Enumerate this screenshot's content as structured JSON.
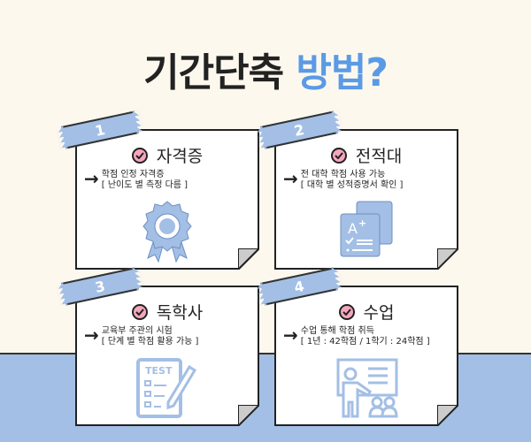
{
  "title": {
    "part1": "기간단축",
    "part2": "방법?"
  },
  "colors": {
    "background": "#fdf8ee",
    "band": "#a3bfe5",
    "accent_blue": "#5a9ae6",
    "check_pink": "#f4a6bd",
    "icon_blue": "#a3bfe5"
  },
  "cards": [
    {
      "number": "1",
      "heading": "자격증",
      "line1": "학점 인정 자격증",
      "line2": "[ 난이도 별 측정 다름 ]",
      "icon": "award-ribbon-icon"
    },
    {
      "number": "2",
      "heading": "전적대",
      "line1": "전 대학 학점 사용 가능",
      "line2": "[ 대학 별 성적증명서 확인 ]",
      "icon": "grade-report-icon"
    },
    {
      "number": "3",
      "heading": "독학사",
      "line1": "교육부 주관의 시험",
      "line2": "[ 단계 별 학점 활용 가능 ]",
      "icon": "test-sheet-icon"
    },
    {
      "number": "4",
      "heading": "수업",
      "line1": "수업 통해 학점 취득",
      "line2": "[ 1년 : 42학점 / 1학기 : 24학점 ]",
      "icon": "lecture-presenter-icon"
    }
  ],
  "arrow_glyph": "→"
}
